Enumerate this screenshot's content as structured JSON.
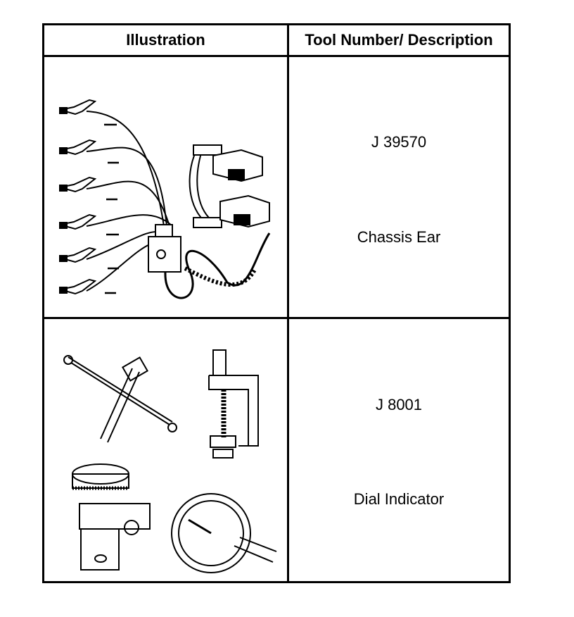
{
  "table": {
    "headers": {
      "illustration": "Illustration",
      "tool": "Tool Number/ Description"
    },
    "rows": [
      {
        "tool_number": "J 39570",
        "description": "Chassis Ear",
        "illustration_icon": "chassis-ear-icon"
      },
      {
        "tool_number": "J 8001",
        "description": "Dial Indicator",
        "illustration_icon": "dial-indicator-icon"
      }
    ]
  }
}
